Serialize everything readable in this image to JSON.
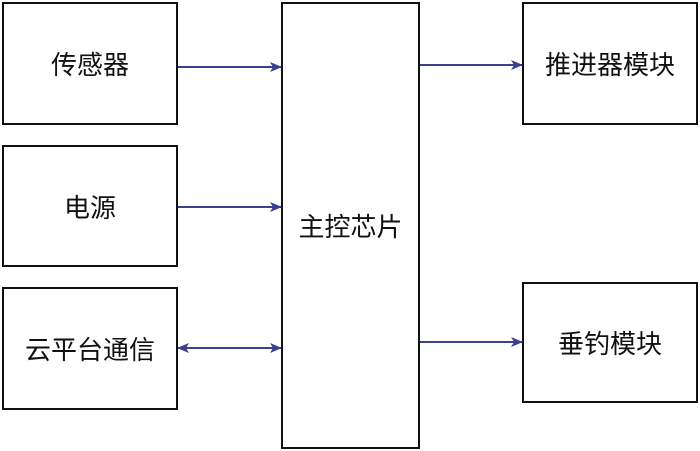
{
  "colors": {
    "border": "#111111",
    "arrow": "#3b3f8f",
    "text": "#111111"
  },
  "nodes": {
    "sensor": "传感器",
    "power": "电源",
    "cloud_comm": "云平台通信",
    "main_chip": "主控芯片",
    "thruster": "推进器模块",
    "fishing": "垂钓模块"
  },
  "edges": [
    {
      "from": "sensor",
      "to": "main_chip",
      "direction": "forward"
    },
    {
      "from": "power",
      "to": "main_chip",
      "direction": "forward"
    },
    {
      "from": "cloud_comm",
      "to": "main_chip",
      "direction": "bidirectional"
    },
    {
      "from": "main_chip",
      "to": "thruster",
      "direction": "forward"
    },
    {
      "from": "main_chip",
      "to": "fishing",
      "direction": "forward"
    }
  ]
}
